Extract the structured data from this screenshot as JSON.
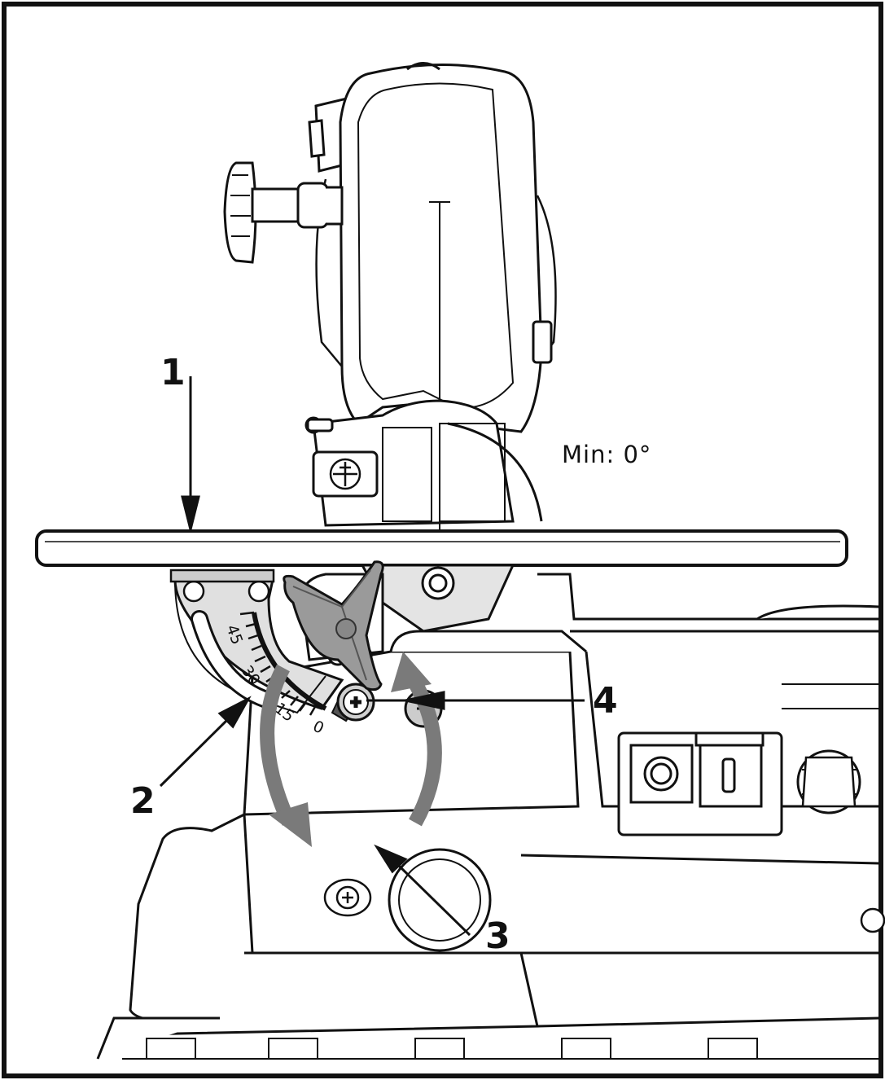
{
  "callouts": {
    "c1": "1",
    "c2": "2",
    "c3": "3",
    "c4": "4"
  },
  "min_angle_label": "Min: 0°",
  "scale_ticks": {
    "t45": "45",
    "t30": "30",
    "t15": "15",
    "t0": "0"
  },
  "colors": {
    "line": "#111111",
    "gray_fill": "#d9d9d9",
    "dark_gray": "#8a8a8a",
    "arrow_gray": "#7a7a7a"
  }
}
